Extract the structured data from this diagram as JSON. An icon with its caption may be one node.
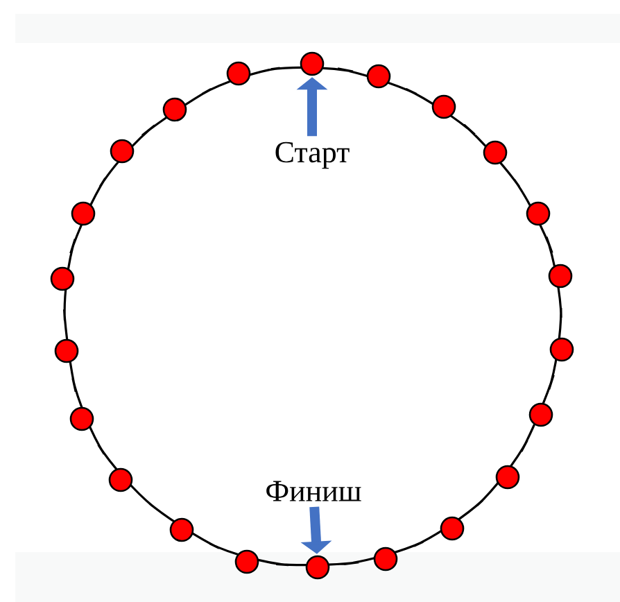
{
  "diagram": {
    "nodes": [
      {
        "text": [
          "Старт"
        ]
      },
      {
        "text": [],
        "shape": "circle"
      },
      {
        "text": [
          "Финиш"
        ]
      },
      {
        "text": [],
        "shape": "circle"
      }
    ],
    "edges": [
      {
        "from": 0,
        "to": 1,
        "arrow": "to"
      },
      {
        "from": 2,
        "to": 3,
        "arrow": "to"
      }
    ]
  }
}
